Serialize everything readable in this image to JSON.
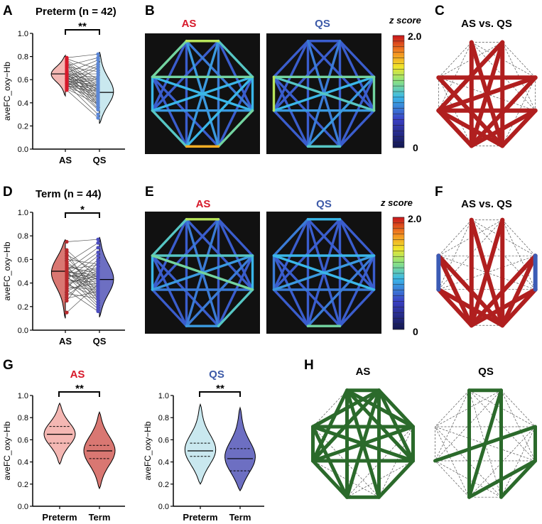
{
  "panels": {
    "A": {
      "letter": "A",
      "title": "Preterm (n = 42)",
      "sig": "**",
      "ylabel": "aveFC_oxy−Hb"
    },
    "B": {
      "letter": "B",
      "left": "AS",
      "right": "QS",
      "cbar_title": "z score",
      "cbar_max": "2.0",
      "cbar_min": "0"
    },
    "C": {
      "letter": "C",
      "title": "AS vs. QS"
    },
    "D": {
      "letter": "D",
      "title": "Term (n = 44)",
      "sig": "*",
      "ylabel": "aveFC_oxy−Hb"
    },
    "E": {
      "letter": "E",
      "left": "AS",
      "right": "QS",
      "cbar_title": "z score",
      "cbar_max": "2.0",
      "cbar_min": "0"
    },
    "F": {
      "letter": "F",
      "title": "AS vs. QS"
    },
    "G": {
      "letter": "G",
      "left_title": "AS",
      "right_title": "QS",
      "sig_left": "**",
      "sig_right": "**",
      "ylabel": "aveFC_oxy−Hb"
    },
    "H": {
      "letter": "H",
      "left": "AS",
      "right": "QS"
    }
  },
  "colors": {
    "as_red": "#d7192a",
    "qs_blue": "#3d5aa8",
    "as_fill": "#f4b7b3",
    "qs_fill": "#c9e8ef",
    "term_as_fill": "#d97772",
    "term_qs_fill": "#6d6fc2",
    "network_red": "#b01f1f",
    "network_green": "#2b6a2b",
    "network_blue": "#3b5bb5",
    "heatmap_bg": "#111111"
  },
  "chart_data": [
    {
      "type": "violin",
      "panel": "A",
      "categories": [
        "AS",
        "QS"
      ],
      "ylim": [
        0.0,
        1.0
      ],
      "yticks": [
        "0.0",
        "0.2",
        "0.4",
        "0.6",
        "0.8",
        "1.0"
      ],
      "paired_subjects": 42,
      "series": [
        {
          "name": "AS",
          "values": [
            0.79,
            0.78,
            0.77,
            0.76,
            0.75,
            0.74,
            0.73,
            0.72,
            0.71,
            0.7,
            0.69,
            0.68,
            0.67,
            0.66,
            0.66,
            0.65,
            0.65,
            0.64,
            0.64,
            0.63,
            0.63,
            0.62,
            0.62,
            0.61,
            0.61,
            0.6,
            0.6,
            0.59,
            0.59,
            0.58,
            0.58,
            0.57,
            0.57,
            0.56,
            0.56,
            0.55,
            0.55,
            0.54,
            0.54,
            0.53,
            0.52,
            0.51
          ]
        },
        {
          "name": "QS",
          "values": [
            0.82,
            0.79,
            0.77,
            0.74,
            0.72,
            0.7,
            0.69,
            0.67,
            0.65,
            0.63,
            0.62,
            0.61,
            0.6,
            0.59,
            0.58,
            0.57,
            0.56,
            0.55,
            0.54,
            0.53,
            0.52,
            0.52,
            0.51,
            0.5,
            0.5,
            0.49,
            0.48,
            0.47,
            0.46,
            0.45,
            0.44,
            0.43,
            0.42,
            0.41,
            0.4,
            0.39,
            0.38,
            0.37,
            0.35,
            0.34,
            0.3,
            0.27
          ]
        }
      ],
      "medians": [
        0.65,
        0.49
      ]
    },
    {
      "type": "violin",
      "panel": "D",
      "categories": [
        "AS",
        "QS"
      ],
      "ylim": [
        0.0,
        1.0
      ],
      "yticks": [
        "0.0",
        "0.2",
        "0.4",
        "0.6",
        "0.8",
        "1.0"
      ],
      "paired_subjects": 44,
      "series": [
        {
          "name": "AS",
          "values": [
            0.75,
            0.68,
            0.66,
            0.64,
            0.62,
            0.6,
            0.58,
            0.57,
            0.56,
            0.55,
            0.54,
            0.53,
            0.52,
            0.51,
            0.51,
            0.5,
            0.5,
            0.49,
            0.49,
            0.48,
            0.48,
            0.47,
            0.47,
            0.46,
            0.46,
            0.45,
            0.45,
            0.44,
            0.43,
            0.42,
            0.41,
            0.4,
            0.39,
            0.38,
            0.37,
            0.36,
            0.35,
            0.34,
            0.33,
            0.31,
            0.29,
            0.27,
            0.25,
            0.15
          ]
        },
        {
          "name": "QS",
          "values": [
            0.77,
            0.74,
            0.7,
            0.66,
            0.63,
            0.6,
            0.58,
            0.56,
            0.55,
            0.53,
            0.52,
            0.51,
            0.5,
            0.49,
            0.48,
            0.47,
            0.46,
            0.46,
            0.45,
            0.44,
            0.43,
            0.43,
            0.42,
            0.41,
            0.4,
            0.39,
            0.38,
            0.37,
            0.36,
            0.35,
            0.34,
            0.33,
            0.32,
            0.31,
            0.3,
            0.29,
            0.28,
            0.27,
            0.26,
            0.24,
            0.22,
            0.2,
            0.18,
            0.16
          ]
        }
      ],
      "medians": [
        0.5,
        0.43
      ]
    },
    {
      "type": "violin",
      "panel": "G-AS",
      "categories": [
        "Preterm",
        "Term"
      ],
      "ylim": [
        0.0,
        1.0
      ],
      "yticks": [
        "0.0",
        "0.2",
        "0.4",
        "0.6",
        "0.8",
        "1.0"
      ],
      "medians": [
        0.65,
        0.5
      ],
      "quartiles": [
        [
          0.57,
          0.72
        ],
        [
          0.43,
          0.55
        ]
      ],
      "range": [
        [
          0.38,
          0.93
        ],
        [
          0.16,
          0.85
        ]
      ]
    },
    {
      "type": "violin",
      "panel": "G-QS",
      "categories": [
        "Preterm",
        "Term"
      ],
      "ylim": [
        0.0,
        1.0
      ],
      "yticks": [
        "0.0",
        "0.2",
        "0.4",
        "0.6",
        "0.8",
        "1.0"
      ],
      "medians": [
        0.5,
        0.43
      ],
      "quartiles": [
        [
          0.45,
          0.57
        ],
        [
          0.32,
          0.52
        ]
      ],
      "range": [
        [
          0.2,
          0.92
        ],
        [
          0.14,
          0.89
        ]
      ]
    },
    {
      "type": "network",
      "panel": "B",
      "colorscale": {
        "min": 0,
        "max": 2.0
      },
      "AS_edges": [
        [
          0,
          1,
          1.3
        ],
        [
          2,
          3,
          0.9
        ],
        [
          3,
          4,
          1.1
        ],
        [
          4,
          5,
          1.6
        ],
        [
          6,
          7,
          0.9
        ],
        [
          7,
          0,
          1.1
        ],
        [
          5,
          6,
          1.0
        ],
        [
          1,
          2,
          1.0
        ],
        [
          0,
          4,
          0.8
        ],
        [
          1,
          5,
          0.8
        ],
        [
          2,
          6,
          0.9
        ],
        [
          3,
          7,
          0.9
        ],
        [
          0,
          3,
          0.7
        ],
        [
          0,
          5,
          0.6
        ],
        [
          1,
          4,
          0.7
        ],
        [
          1,
          6,
          0.6
        ],
        [
          2,
          5,
          0.9
        ],
        [
          3,
          6,
          0.8
        ],
        [
          4,
          7,
          0.6
        ],
        [
          7,
          2,
          1.1
        ],
        [
          2,
          4,
          0.6
        ],
        [
          6,
          0,
          0.6
        ],
        [
          7,
          5,
          0.6
        ],
        [
          3,
          1,
          0.6
        ]
      ],
      "QS_edges": [
        [
          0,
          1,
          0.6
        ],
        [
          2,
          3,
          1.1
        ],
        [
          3,
          4,
          0.6
        ],
        [
          4,
          5,
          1.0
        ],
        [
          6,
          7,
          1.3
        ],
        [
          7,
          0,
          0.6
        ],
        [
          5,
          6,
          0.6
        ],
        [
          1,
          2,
          0.6
        ],
        [
          0,
          4,
          0.7
        ],
        [
          1,
          5,
          0.7
        ],
        [
          2,
          6,
          0.9
        ],
        [
          3,
          7,
          1.0
        ],
        [
          0,
          3,
          0.6
        ],
        [
          0,
          5,
          0.6
        ],
        [
          1,
          4,
          0.6
        ],
        [
          1,
          6,
          0.6
        ],
        [
          2,
          5,
          0.8
        ],
        [
          3,
          6,
          0.8
        ],
        [
          4,
          7,
          0.6
        ],
        [
          7,
          2,
          1.1
        ],
        [
          2,
          4,
          0.6
        ],
        [
          6,
          0,
          0.6
        ],
        [
          7,
          5,
          0.6
        ],
        [
          3,
          1,
          0.6
        ]
      ]
    },
    {
      "type": "network",
      "panel": "E",
      "colorscale": {
        "min": 0,
        "max": 2.0
      },
      "AS_edges": [
        [
          0,
          1,
          1.3
        ],
        [
          2,
          3,
          0.9
        ],
        [
          3,
          4,
          1.0
        ],
        [
          4,
          5,
          0.8
        ],
        [
          6,
          7,
          0.9
        ],
        [
          7,
          0,
          1.0
        ],
        [
          5,
          6,
          0.6
        ],
        [
          1,
          2,
          0.6
        ],
        [
          0,
          4,
          0.7
        ],
        [
          1,
          5,
          0.7
        ],
        [
          2,
          6,
          0.8
        ],
        [
          3,
          7,
          1.1
        ],
        [
          0,
          3,
          0.6
        ],
        [
          0,
          5,
          0.6
        ],
        [
          1,
          4,
          0.6
        ],
        [
          1,
          6,
          0.6
        ],
        [
          2,
          5,
          0.7
        ],
        [
          3,
          6,
          0.7
        ],
        [
          4,
          7,
          0.6
        ],
        [
          7,
          2,
          1.0
        ],
        [
          2,
          4,
          0.6
        ],
        [
          6,
          0,
          0.6
        ],
        [
          7,
          5,
          0.6
        ],
        [
          3,
          1,
          0.6
        ]
      ],
      "QS_edges": [
        [
          0,
          1,
          0.9
        ],
        [
          2,
          3,
          0.6
        ],
        [
          3,
          4,
          0.6
        ],
        [
          4,
          5,
          1.1
        ],
        [
          6,
          7,
          0.7
        ],
        [
          7,
          0,
          0.7
        ],
        [
          5,
          6,
          0.6
        ],
        [
          1,
          2,
          0.6
        ],
        [
          0,
          4,
          0.6
        ],
        [
          1,
          5,
          0.6
        ],
        [
          2,
          6,
          0.8
        ],
        [
          3,
          7,
          0.9
        ],
        [
          0,
          3,
          0.6
        ],
        [
          0,
          5,
          0.6
        ],
        [
          1,
          4,
          0.6
        ],
        [
          1,
          6,
          0.6
        ],
        [
          2,
          5,
          0.7
        ],
        [
          3,
          6,
          0.7
        ],
        [
          4,
          7,
          0.6
        ],
        [
          7,
          2,
          0.9
        ],
        [
          2,
          4,
          0.6
        ],
        [
          6,
          0,
          0.6
        ],
        [
          7,
          5,
          0.6
        ],
        [
          3,
          1,
          0.6
        ]
      ]
    }
  ]
}
